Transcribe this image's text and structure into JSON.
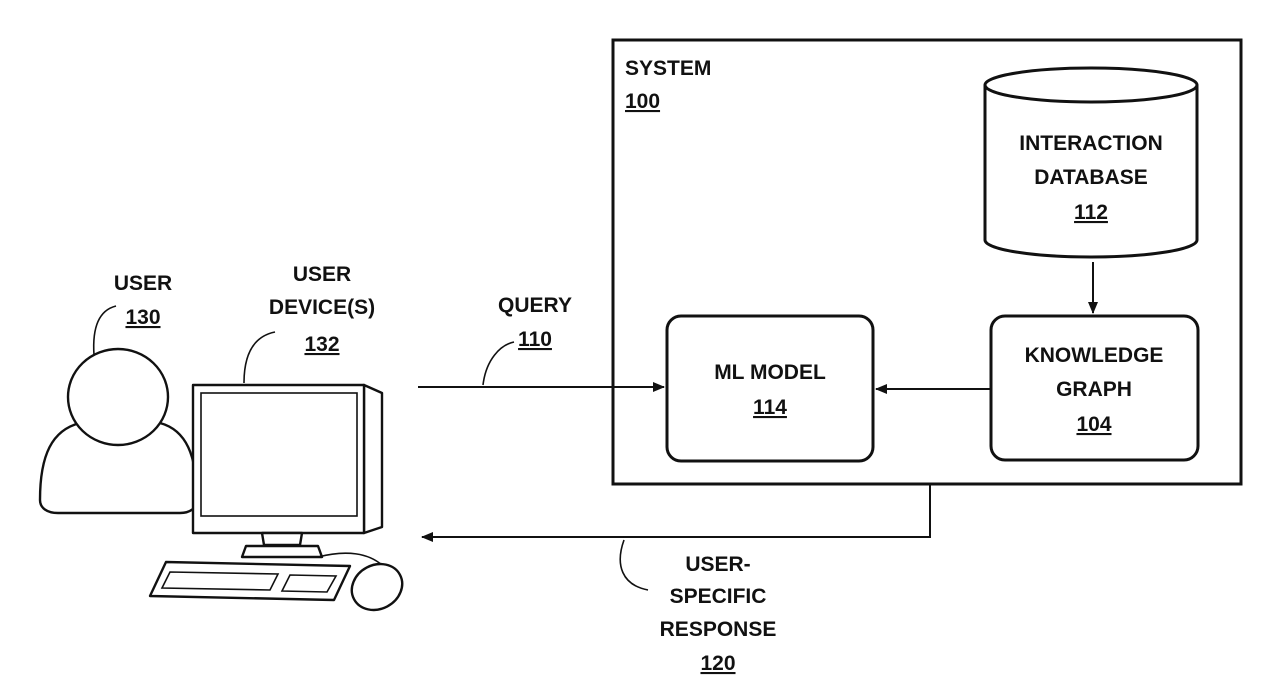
{
  "system": {
    "title": "SYSTEM",
    "ref": "100"
  },
  "interaction_database": {
    "line1": "INTERACTION",
    "line2": "DATABASE",
    "ref": "112"
  },
  "knowledge_graph": {
    "line1": "KNOWLEDGE",
    "line2": "GRAPH",
    "ref": "104"
  },
  "ml_model": {
    "line1": "ML MODEL",
    "ref": "114"
  },
  "query": {
    "label": "QUERY",
    "ref": "110"
  },
  "response": {
    "line1": "USER-",
    "line2": "SPECIFIC",
    "line3": "RESPONSE",
    "ref": "120"
  },
  "user": {
    "label": "USER",
    "ref": "130"
  },
  "user_device": {
    "line1": "USER",
    "line2": "DEVICE(S)",
    "ref": "132"
  }
}
